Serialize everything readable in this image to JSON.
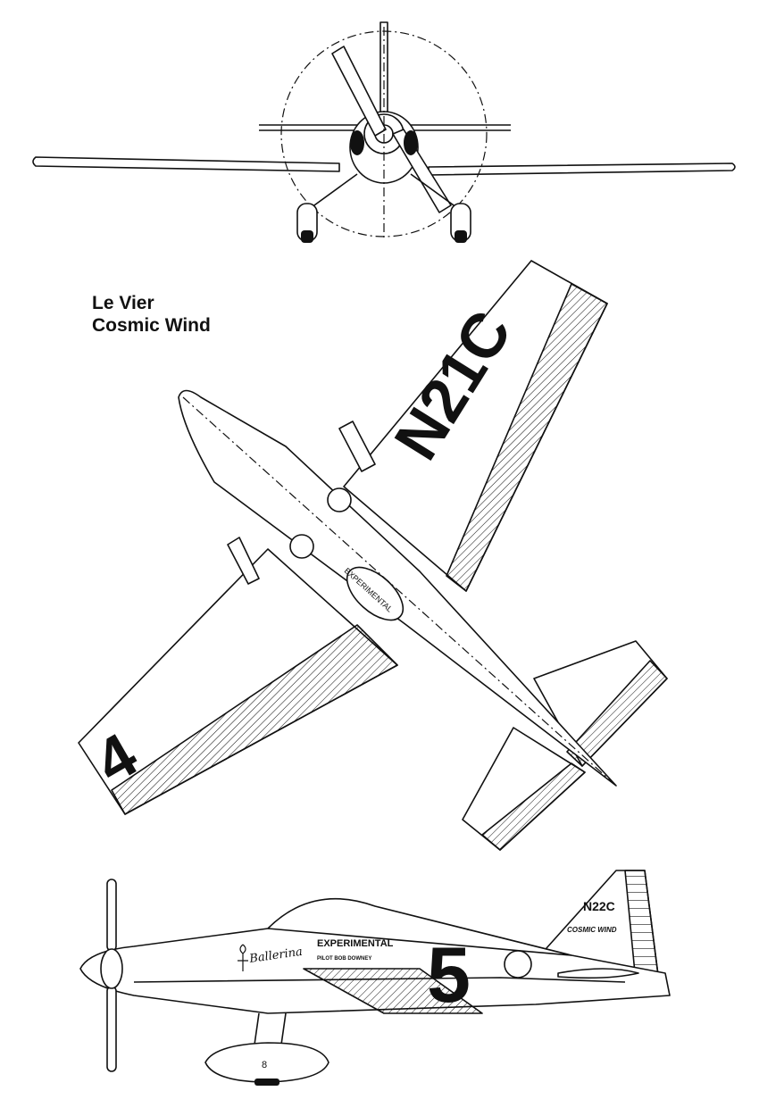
{
  "title": {
    "line1": "Le Vier",
    "line2": "Cosmic Wind"
  },
  "top_view": {
    "registration": "N21C",
    "race_number": "4",
    "fuselage_text": "EXPERIMENTAL"
  },
  "side_view": {
    "registration": "N22C",
    "tail_name": "COSMIC WIND",
    "race_number": "5",
    "panel_title": "EXPERIMENTAL",
    "panel_subtitle": "PILOT BOB DOWNEY",
    "wheel_pant_marking": "8",
    "nose_art_signature": "Ballerina"
  }
}
